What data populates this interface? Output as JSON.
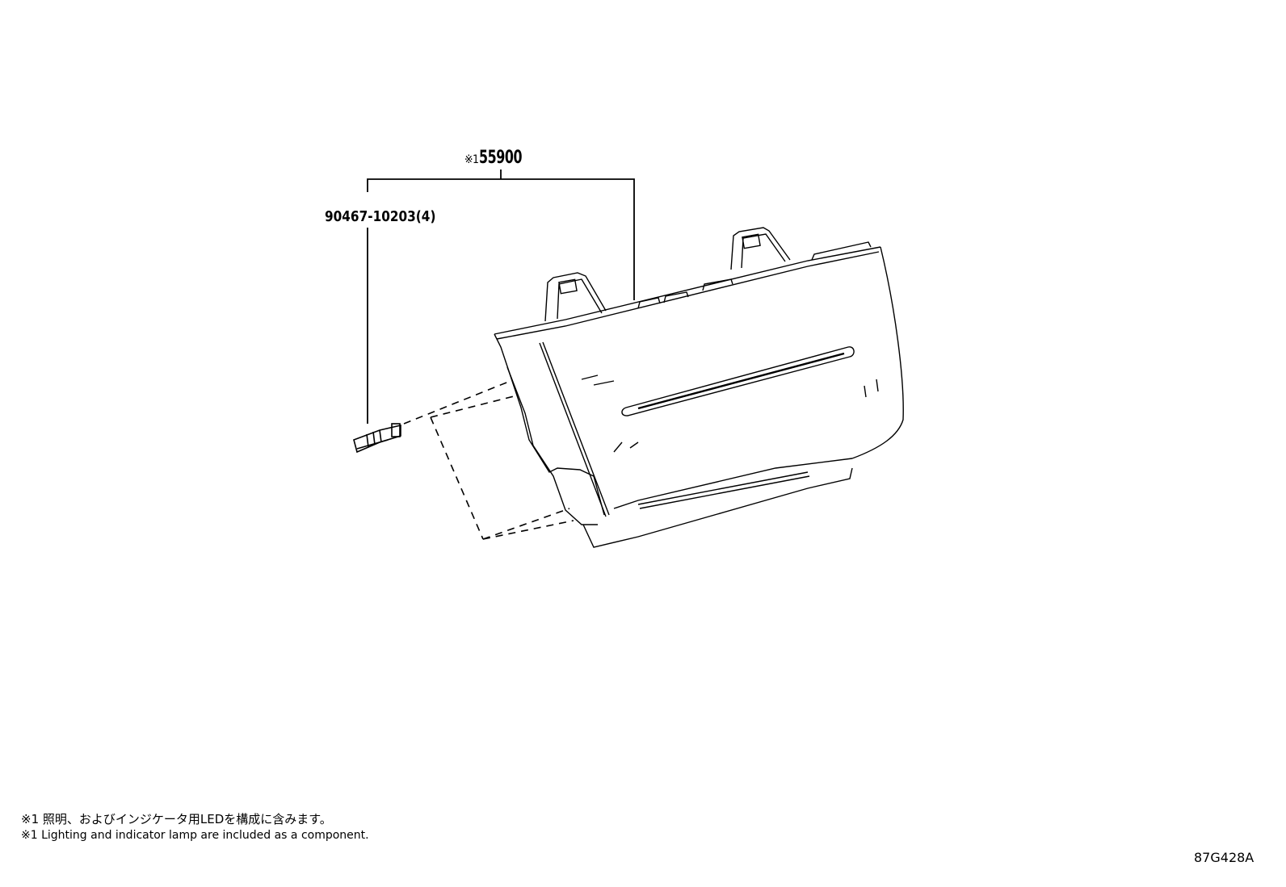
{
  "diagram": {
    "type": "parts-exploded-view",
    "callouts": {
      "assembly": {
        "mark": "※1",
        "part_number": "55900"
      },
      "bulb": {
        "part_number": "90467-10203",
        "quantity": "(4)"
      }
    },
    "notes": [
      "※1 照明、およびインジケータ用LEDを構成に含みます。",
      "※1 Lighting and indicator lamp are included as a component."
    ],
    "figure_code": "87G428A",
    "colors": {
      "line": "#000000",
      "background": "#ffffff"
    }
  }
}
